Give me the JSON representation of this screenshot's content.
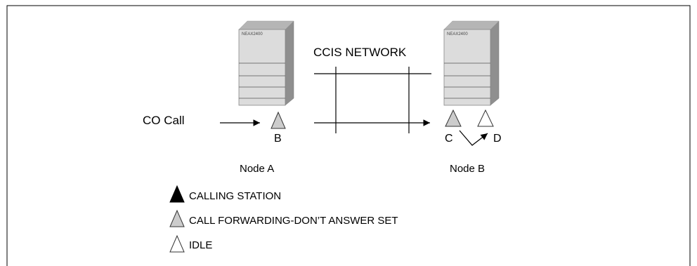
{
  "network_label": "CCIS NETWORK",
  "co_call_label": "CO Call",
  "nodes": [
    {
      "name": "Node A",
      "equipment_label": "NEAX2400"
    },
    {
      "name": "Node B",
      "equipment_label": "NEAX2400"
    }
  ],
  "stations": {
    "b": "B",
    "c": "C",
    "d": "D"
  },
  "legend": [
    {
      "label": "CALLING STATION",
      "symbol": "filled-triangle",
      "color": "#000000"
    },
    {
      "label": "CALL FORWARDING-DON’T ANSWER SET",
      "symbol": "shaded-triangle",
      "color": "#cccccc"
    },
    {
      "label": "IDLE",
      "symbol": "outline-triangle",
      "color": "#ffffff"
    }
  ]
}
